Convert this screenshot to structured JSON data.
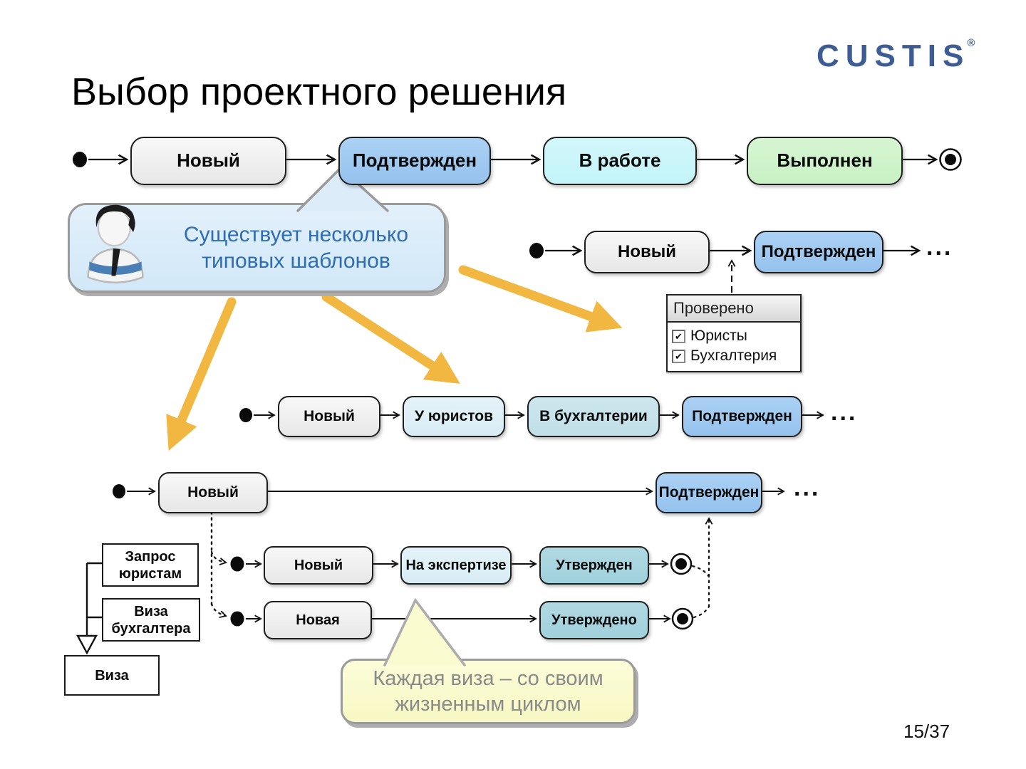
{
  "slide": {
    "title": "Выбор проектного решения",
    "page": "15/37"
  },
  "logo": {
    "text": "CUSTIS",
    "mark": "®"
  },
  "flows": {
    "row1": {
      "states": [
        {
          "label": "Новый"
        },
        {
          "label": "Подтвержден"
        },
        {
          "label": "В работе"
        },
        {
          "label": "Выполнен"
        }
      ]
    },
    "row2": {
      "states": [
        {
          "label": "Новый"
        },
        {
          "label": "Подтвержден"
        }
      ],
      "more": "..."
    },
    "row3": {
      "states": [
        {
          "label": "Новый"
        },
        {
          "label": "У юристов"
        },
        {
          "label": "В бухгалтерии"
        },
        {
          "label": "Подтвержден"
        }
      ],
      "more": "..."
    },
    "row4": {
      "states": [
        {
          "label": "Новый"
        },
        {
          "label": "Подтвержден"
        }
      ],
      "more": "..."
    },
    "sub1": {
      "states": [
        {
          "label": "Новый"
        },
        {
          "label": "На экспертизе"
        },
        {
          "label": "Утвержден"
        }
      ]
    },
    "sub2": {
      "states": [
        {
          "label": "Новая"
        },
        {
          "label": "Утверждено"
        }
      ]
    }
  },
  "note": {
    "header": "Проверено",
    "check_glyph": "✔",
    "items": [
      {
        "label": "Юристы",
        "checked": true
      },
      {
        "label": "Бухгалтерия",
        "checked": true
      }
    ]
  },
  "callouts": {
    "templates": {
      "line1": "Существует несколько",
      "line2": "типовых шаблонов"
    },
    "visa": {
      "line1": "Каждая виза – со своим",
      "line2": "жизненным циклом"
    }
  },
  "classes": [
    {
      "label": "Запрос юристам"
    },
    {
      "label": "Виза бухгалтера"
    },
    {
      "label": "Виза"
    }
  ],
  "colors": {
    "state_new": "#efefef",
    "state_confirmed": "#9cc7f0",
    "state_inwork": "#c9f6fa",
    "state_done": "#cef3ca",
    "state_lawyers": "#dfeff7",
    "state_accounting": "#c6e2ea",
    "state_expertise": "#d8ebf3",
    "state_approved": "#a7d5df",
    "callout_blue_bg": "#d9ebfa",
    "callout_blue_text": "#2e6db4",
    "callout_yellow_bg": "#fbfbd0",
    "callout_yellow_text": "#8a8a8a",
    "arrow_orange": "#f2b740",
    "logo_blue": "#3d5c93"
  }
}
